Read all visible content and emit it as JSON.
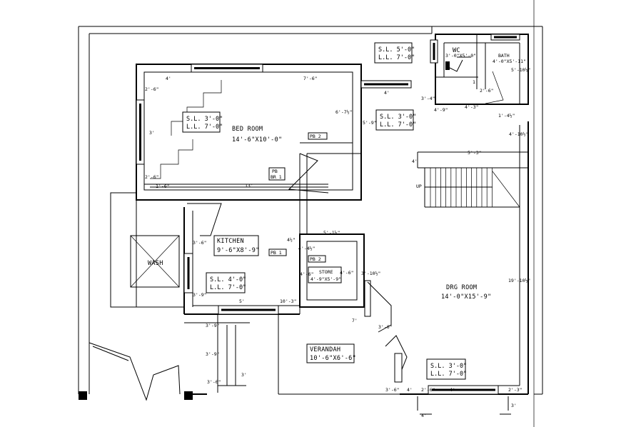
{
  "rooms": {
    "bed_room": {
      "name": "BED ROOM",
      "size": "14'-6\"X10'-0\""
    },
    "kitchen": {
      "name": "KITCHEN",
      "size": "9'-6\"X8'-9\""
    },
    "wash": {
      "name": "WASH"
    },
    "store": {
      "name": "STORE",
      "size": "4'-9\"X5'-9\""
    },
    "drg_room": {
      "name": "DRG ROOM",
      "size": "14'-0\"X15'-9\""
    },
    "verandah": {
      "name": "VERANDAH",
      "size": "10'-6\"X6'-6\""
    },
    "wc": {
      "name": "WC",
      "size": "3'-0\"X5'-0\""
    },
    "bath": {
      "name": "BATH",
      "size": "4'-0\"X5'-11\""
    }
  },
  "sill_lintel_notes": [
    {
      "sl": "S.L. 5'-0\"",
      "ll": "L.L. 7'-0\""
    },
    {
      "sl": "S.L. 3'-0\"",
      "ll": "L.L. 7'-0\""
    },
    {
      "sl": "S.L. 3'-0\"",
      "ll": "L.L. 7'-0\""
    },
    {
      "sl": "S.L. 4'-0\"",
      "ll": "L.L. 7'-0\""
    },
    {
      "sl": "S.L. 3'-0\"",
      "ll": "L.L. 7'-0\""
    }
  ],
  "tags": {
    "pb2_top": "PB 2",
    "pb_br1_a": "PB",
    "pb_br1_b": "BR 1",
    "pb1": "PB 1",
    "pb2_store": "PB 2",
    "up": "UP"
  },
  "dimensions": {
    "bed_4": "4'",
    "bed_7_6": "7'-6\"",
    "bed_2_6a": "2'-6\"",
    "bed_3": "3'",
    "bed_2_6b": "2'-6\"",
    "bed_6_7h": "6'-7½\"",
    "bed_13": "13'",
    "bed_1_6": "1'-6\"",
    "bed_5_9": "5'-9\"",
    "corr_4": "4'",
    "wc_3_4": "3'-4\"",
    "wc_1": "1'",
    "wc_2_6": "2'-6\"",
    "wc_4_9": "4'-9\"",
    "wc_4_3": "4'-3\"",
    "bath_5_10": "5'-10½\"",
    "bath_1_4": "1'-4½\"",
    "stair_5_3": "5'-3\"",
    "stair_4": "4'",
    "drg_4_10": "4'-10½\"",
    "drg_19_10": "19'-10½\"",
    "k_4": "4½\"",
    "k_5_1": "5'-1½\"",
    "k_4_4": "4'-4½\"",
    "k_3_6": "3'-6\"",
    "k_3_9": "3'-9\"",
    "k_5": "5'",
    "k_10_3": "10'-3\"",
    "st_4_6": "4'-6\"",
    "st_3_10": "3'-10½\"",
    "st_4_6b": "4'-6\"",
    "k_3_9b": "3'-9\"",
    "v_3_9": "3'-9\"",
    "v_3_6": "3'-6\"",
    "v_3": "3'",
    "d_7": "7'",
    "d_3_6": "3'-6\"",
    "d_3_6b": "3'-6\"",
    "d_4": "4'",
    "d_2_6": "2'-6\"",
    "d_4b": "4'",
    "d_2_3": "2'-3\"",
    "g_4": "4'",
    "g_3": "3'"
  },
  "icons": [
    "door-swing",
    "window",
    "stair-flight",
    "wash-cross"
  ]
}
